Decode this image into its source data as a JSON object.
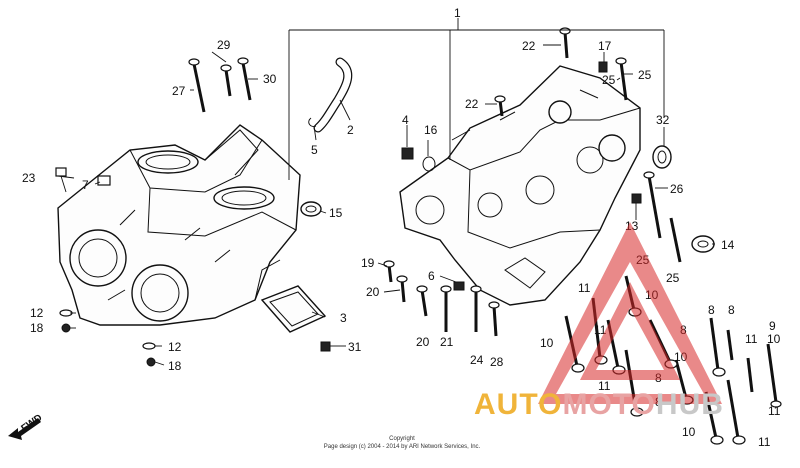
{
  "diagram": {
    "callouts": {
      "c1": "1",
      "c2": "2",
      "c3": "3",
      "c4": "4",
      "c5": "5",
      "c6": "6",
      "c7": "7",
      "c8a": "8",
      "c8b": "8",
      "c8c": "8",
      "c8d": "8",
      "c8e": "8",
      "c9": "9",
      "c10a": "10",
      "c10b": "10",
      "c10c": "10",
      "c10d": "10",
      "c10e": "10",
      "c11a": "11",
      "c11b": "11",
      "c11c": "11",
      "c11d": "11",
      "c11e": "11",
      "c11f": "11",
      "c12a": "12",
      "c12b": "12",
      "c13": "13",
      "c14": "14",
      "c15": "15",
      "c16": "16",
      "c17": "17",
      "c18a": "18",
      "c18b": "18",
      "c19": "19",
      "c20a": "20",
      "c20b": "20",
      "c21": "21",
      "c22a": "22",
      "c22b": "22",
      "c23": "23",
      "c24": "24",
      "c25a": "25",
      "c25b": "25",
      "c25c": "25",
      "c25d": "25",
      "c26": "26",
      "c27": "27",
      "c28": "28",
      "c29": "29",
      "c30": "30",
      "c31": "31",
      "c32": "32"
    },
    "fwd_label": "FWD",
    "copyright_line1": "Copyright",
    "copyright_line2": "Page design (c) 2004 - 2014 by ARI Network Services, Inc."
  },
  "watermark": {
    "word_part1": "AUTO",
    "word_part2": "MOTO",
    "word_part3": "HUB",
    "colors": {
      "part1": "#f0b43a",
      "part2": "#e8a3a3",
      "part3": "#c8c8c8",
      "triangle": "#d72828"
    }
  }
}
